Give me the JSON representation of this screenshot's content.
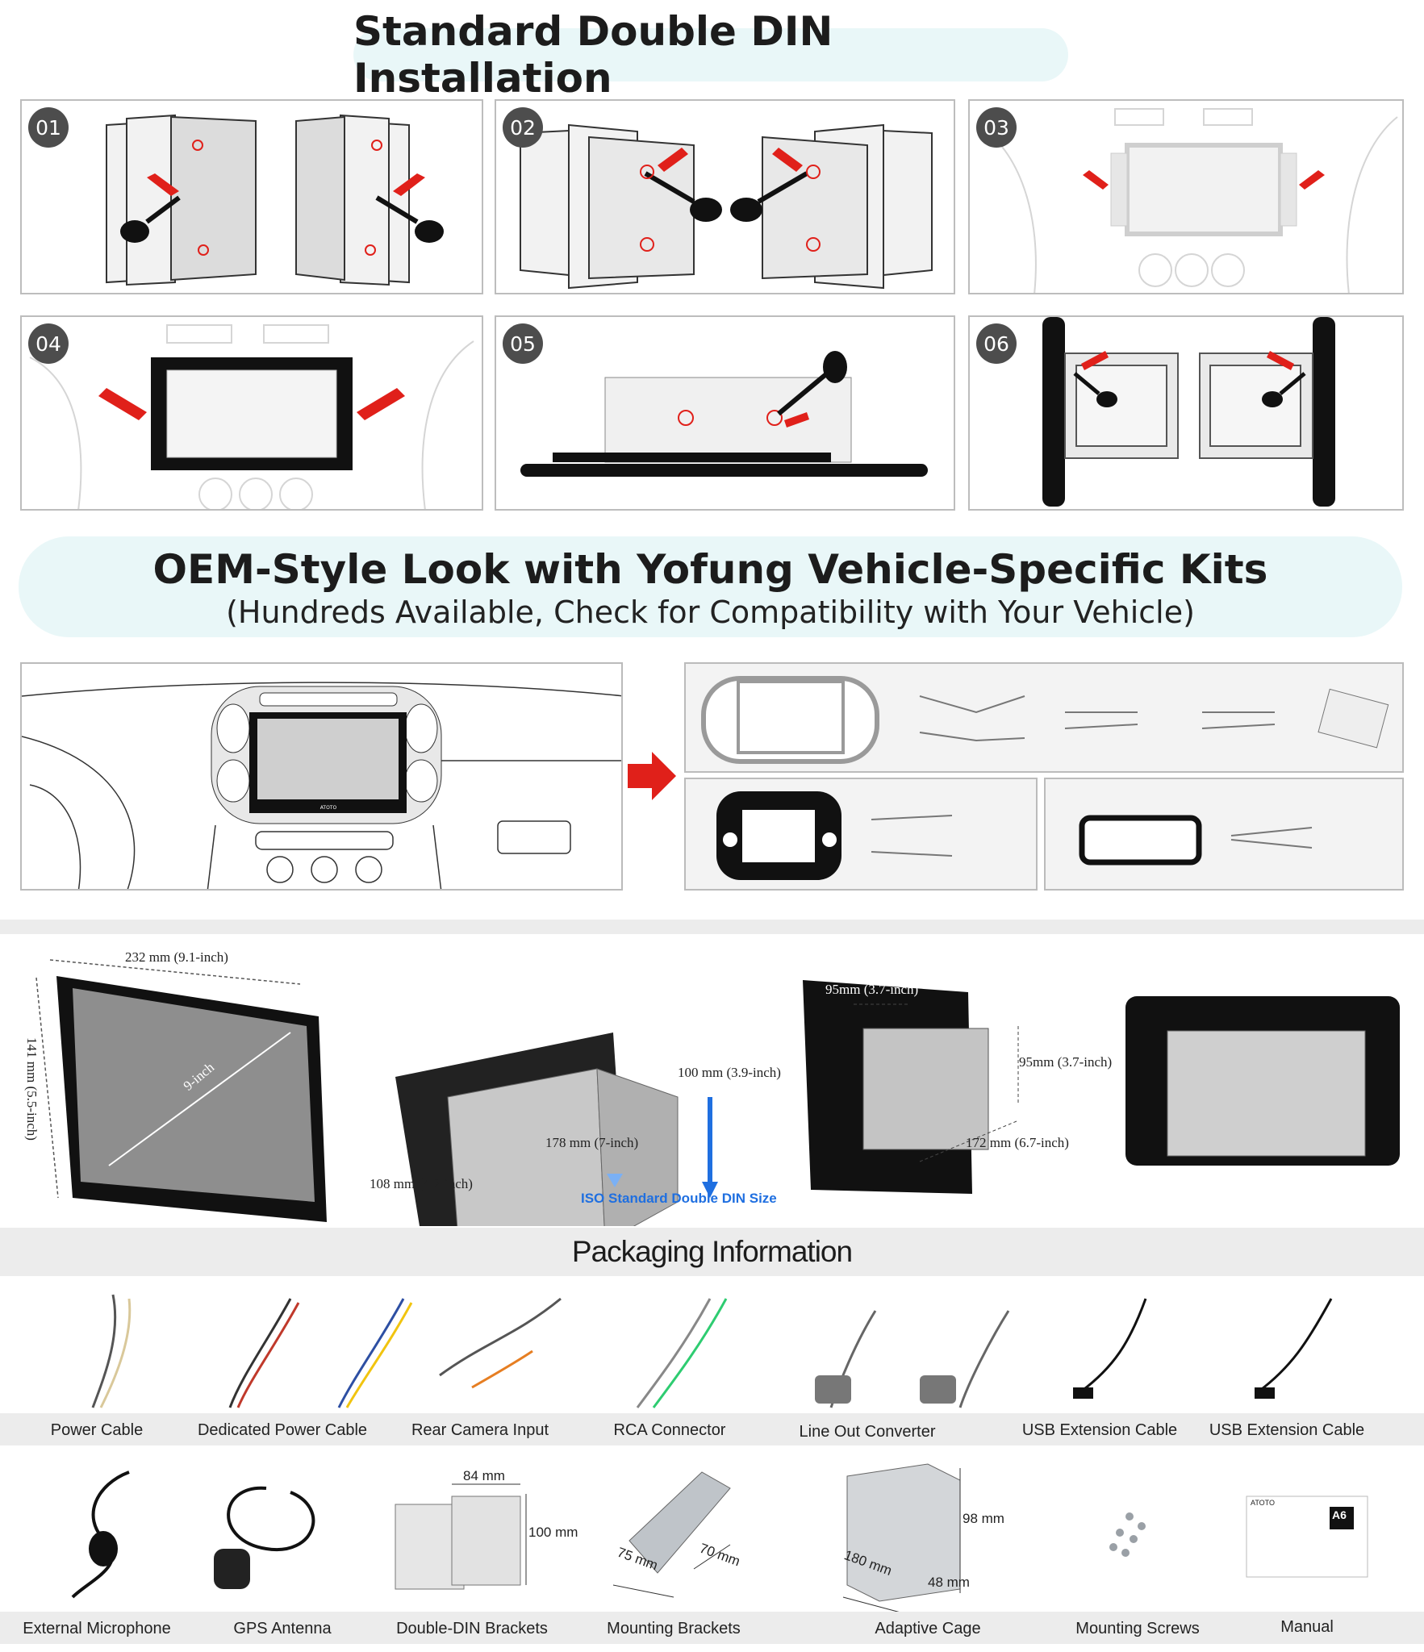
{
  "install_title": "Standard Double DIN Installation",
  "steps": [
    "01",
    "02",
    "03",
    "04",
    "05",
    "06"
  ],
  "oem": {
    "title": "OEM-Style Look with Yofung Vehicle-Specific Kits",
    "subtitle": "(Hundreds Available, Check for Compatibility with Your Vehicle)"
  },
  "dimensions": {
    "screen_width": "232 mm (9.1-inch)",
    "screen_height": "141 mm (5.5-inch)",
    "screen_diag": "9-inch",
    "depth": "100 mm (3.9-inch)",
    "din_width": "178 mm (7-inch)",
    "din_height": "108 mm (4.2-inch)",
    "iso_label": "ISO Standard Double DIN Size",
    "rear_width": "95mm (3.7-inch)",
    "rear_height": "95mm (3.7-inch)",
    "rear_depth": "172 mm (6.7-inch)",
    "brand_small": "ATOTO"
  },
  "packaging": {
    "title": "Packaging Information",
    "row1": [
      "Power Cable",
      "Dedicated Power Cable",
      "Rear Camera Input",
      "RCA Connector",
      "Line Out Converter",
      "USB Extension Cable",
      "USB Extension Cable"
    ],
    "row2": [
      "External Microphone",
      "GPS Antenna",
      "Double-DIN Brackets",
      "Mounting Brackets",
      "Adaptive Cage",
      "Mounting Screws",
      "Manual"
    ],
    "bracket_dims": {
      "w": "84 mm",
      "h": "100 mm"
    },
    "mount_dims": {
      "a": "75 mm",
      "b": "70 mm"
    },
    "cage_dims": {
      "h": "98 mm",
      "w": "180 mm",
      "d": "48 mm"
    },
    "manual_text": {
      "brand": "ATOTO",
      "model": "A6"
    }
  },
  "colors": {
    "accent_pill": "#e9f7f8",
    "arrow_red": "#e0201a",
    "iso_blue": "#1f6fe0"
  }
}
